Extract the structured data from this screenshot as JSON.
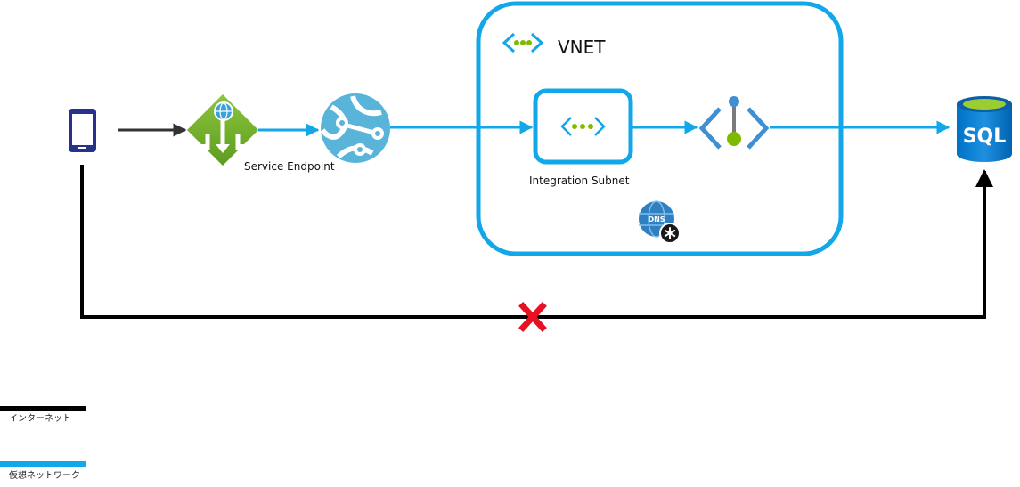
{
  "vnet": {
    "title": "VNET"
  },
  "nodes": {
    "phone": {
      "icon": "mobile-phone-icon"
    },
    "service_endpoint": {
      "label": "Service Endpoint",
      "icon": "application-gateway-icon"
    },
    "app_service": {
      "icon": "app-service-globe-icon"
    },
    "integration_subnet": {
      "label": "Integration Subnet",
      "icon": "subnet-icon"
    },
    "private_endpoint": {
      "icon": "private-endpoint-icon"
    },
    "private_dns": {
      "label": "DNS",
      "icon": "private-dns-zone-icon"
    },
    "sql": {
      "label": "SQL",
      "icon": "sql-database-icon"
    }
  },
  "blocked_path": {
    "icon": "blocked-x-icon"
  },
  "legend": {
    "internet": {
      "label": "インターネット",
      "color": "#000000"
    },
    "virtual_network": {
      "label": "仮想ネットワーク",
      "color": "#12a7e8"
    }
  },
  "colors": {
    "azure_blue": "#12a7e8",
    "vnet_green": "#7fba00",
    "internet_black": "#000000",
    "block_red": "#e81123"
  }
}
